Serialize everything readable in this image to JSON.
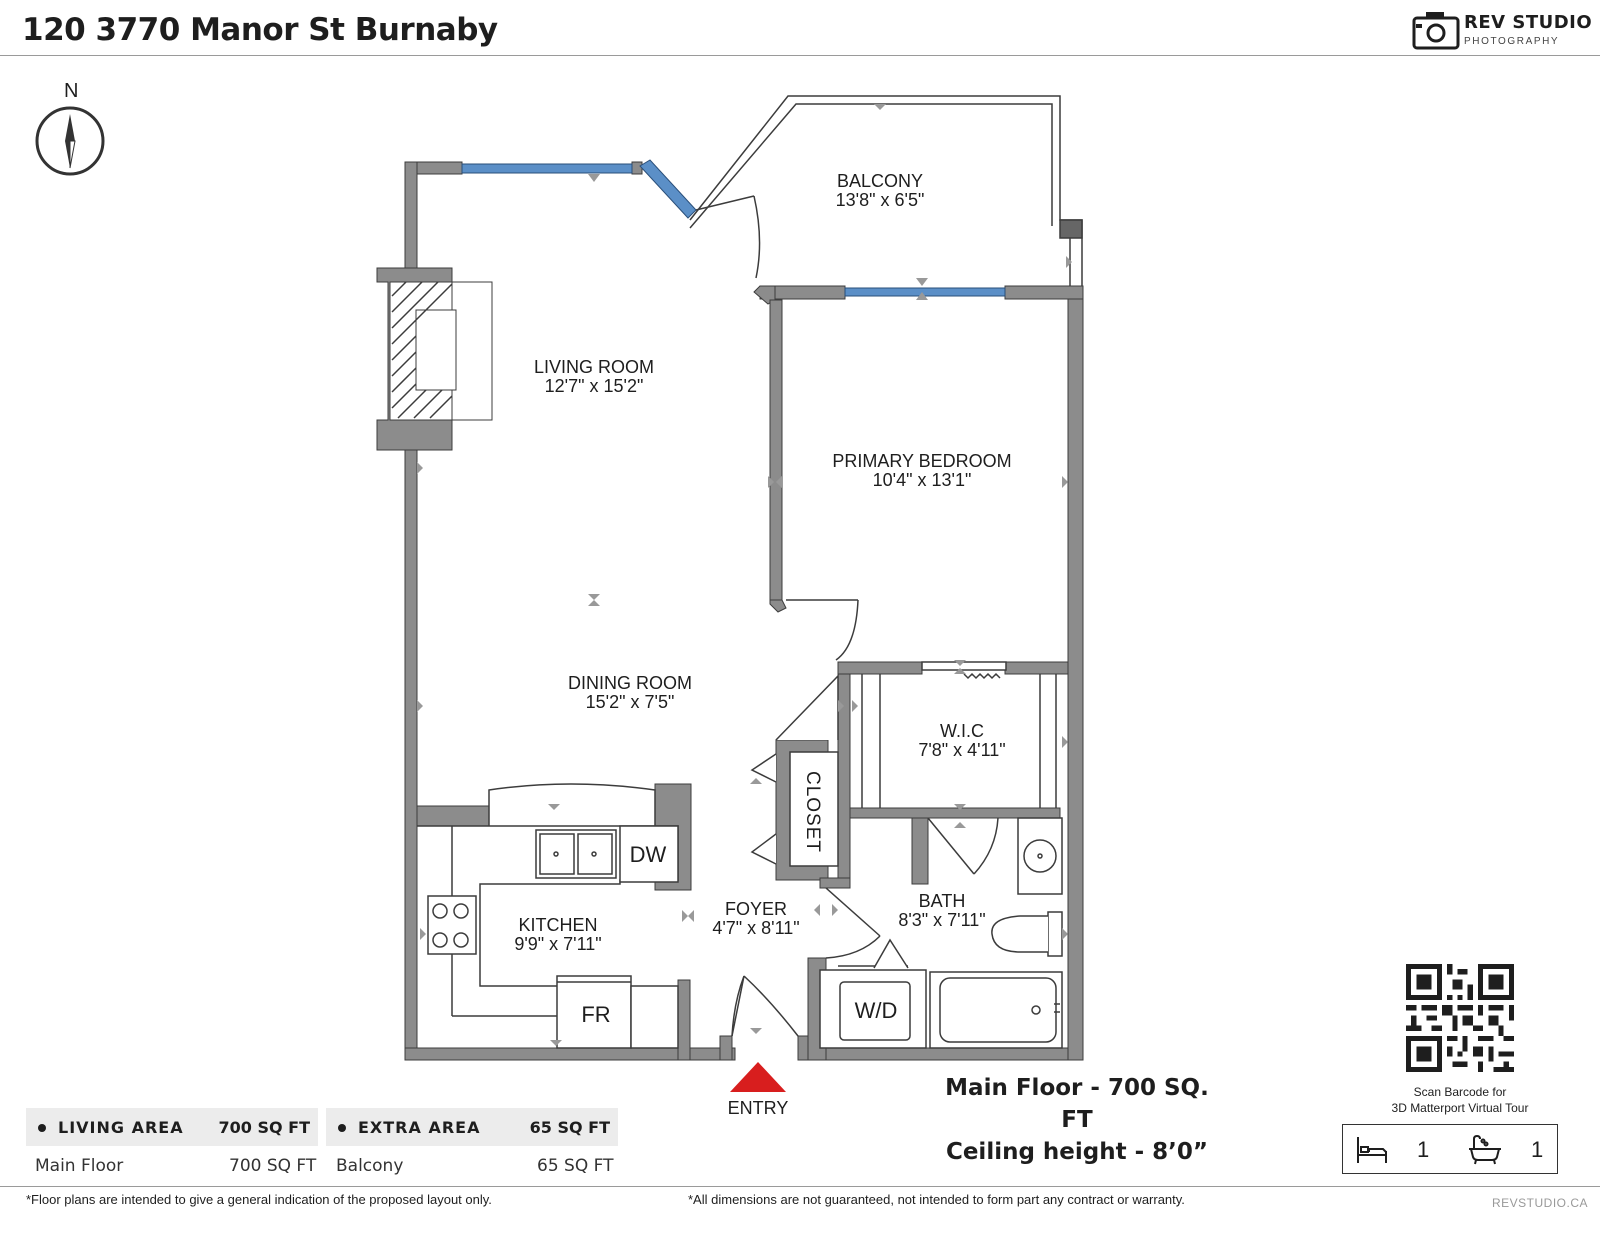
{
  "header": {
    "title": "120 3770 Manor St Burnaby"
  },
  "brand": {
    "name": "REV STUDIO",
    "sub": "PHOTOGRAPHY",
    "website": "REVSTUDIO.CA"
  },
  "compass": {
    "north_label": "N"
  },
  "rooms": [
    {
      "name": "BALCONY",
      "dims": "13'8\" x 6'5\""
    },
    {
      "name": "LIVING ROOM",
      "dims": "12'7\" x 15'2\""
    },
    {
      "name": "PRIMARY BEDROOM",
      "dims": "10'4\" x 13'1\""
    },
    {
      "name": "DINING ROOM",
      "dims": "15'2\" x 7'5\""
    },
    {
      "name": "W.I.C",
      "dims": "7'8\" x 4'11\""
    },
    {
      "name": "KITCHEN",
      "dims": "9'9\" x 7'11\""
    },
    {
      "name": "FOYER",
      "dims": "4'7\" x 8'11\""
    },
    {
      "name": "BATH",
      "dims": "8'3\" x 7'11\""
    }
  ],
  "fixtures": {
    "dishwasher": "DW",
    "fridge": "FR",
    "washer_dryer": "W/D",
    "closet": "CLOSET"
  },
  "entry_label": "ENTRY",
  "summary": {
    "main_floor": "Main Floor - 700 SQ. FT",
    "ceiling": "Ceiling height - 8’0”"
  },
  "areas": {
    "living": {
      "label": "LIVING AREA",
      "total": "700 SQ FT",
      "row_name": "Main Floor",
      "row_value": "700 SQ FT"
    },
    "extra": {
      "label": "EXTRA AREA",
      "total": "65 SQ FT",
      "row_name": "Balcony",
      "row_value": "65 SQ FT"
    }
  },
  "qr": {
    "caption_line1": "Scan Barcode for",
    "caption_line2": "3D Matterport Virtual Tour"
  },
  "counts": {
    "bedrooms": "1",
    "bathrooms": "1",
    "bed_icon": "bed-icon",
    "bath_icon": "bathtub-icon"
  },
  "footer": {
    "left": "*Floor plans are intended to give a general indication of the proposed layout only.",
    "right": "*All dimensions are not guaranteed, not intended to form part any contract or warranty."
  },
  "colors": {
    "wall": "#8c8c8c",
    "wall_edge": "#3c3c3c",
    "window": "#5b8fc7",
    "entry_arrow": "#d81e1e"
  }
}
